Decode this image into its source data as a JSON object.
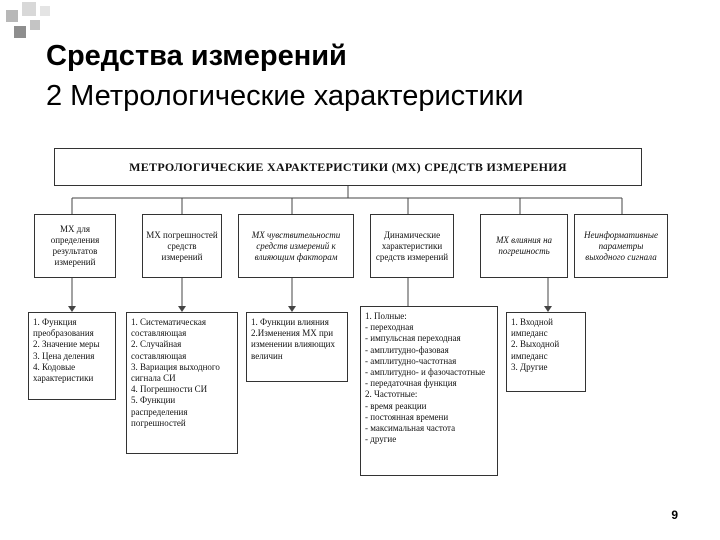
{
  "title": {
    "line1": "Средства измерений",
    "line2": "2 Метрологические характеристики"
  },
  "diagram": {
    "header": "МЕТРОЛОГИЧЕСКИЕ ХАРАКТЕРИСТИКИ (МХ) СРЕДСТВ ИЗМЕРЕНИЯ",
    "categories": [
      "МХ для определения результатов измерений",
      "МХ погрешностей средств измерений",
      "МХ чувствительности средств измерений к влияющим факторам",
      "Динамические характеристики средств измерений",
      "МХ влияния на погрешность",
      "Неинформативные параметры выходного сигнала"
    ],
    "details": [
      "1. Функция преобразования\n2. Значение меры\n3. Цена деления\n4. Кодовые характеристики",
      "1. Систематическая составляющая\n2. Случайная составляющая\n3. Вариация выходного сигнала СИ\n4. Погрешности СИ\n5. Функции распределения погрешностей",
      "1. Функции влияния\n2.Изменения МХ при изменении влияющих величин",
      "1. Полные:\n- переходная\n- импульсная переходная\n- амплитудно-фазовая\n- амплитудно-частотная\n- амплитудно- и фазочастотные\n- передаточная функция\n2. Частотные:\n- время реакции\n- постоянная времени\n- максимальная частота\n- другие",
      "1. Входной импеданс\n2. Выходной импеданс\n3. Другие"
    ]
  },
  "page_number": "9",
  "colors": {
    "square_dark": "#8e8e8e",
    "square_mid": "#c4c4c4",
    "square_light": "#e6e6e6",
    "line": "#444444"
  }
}
